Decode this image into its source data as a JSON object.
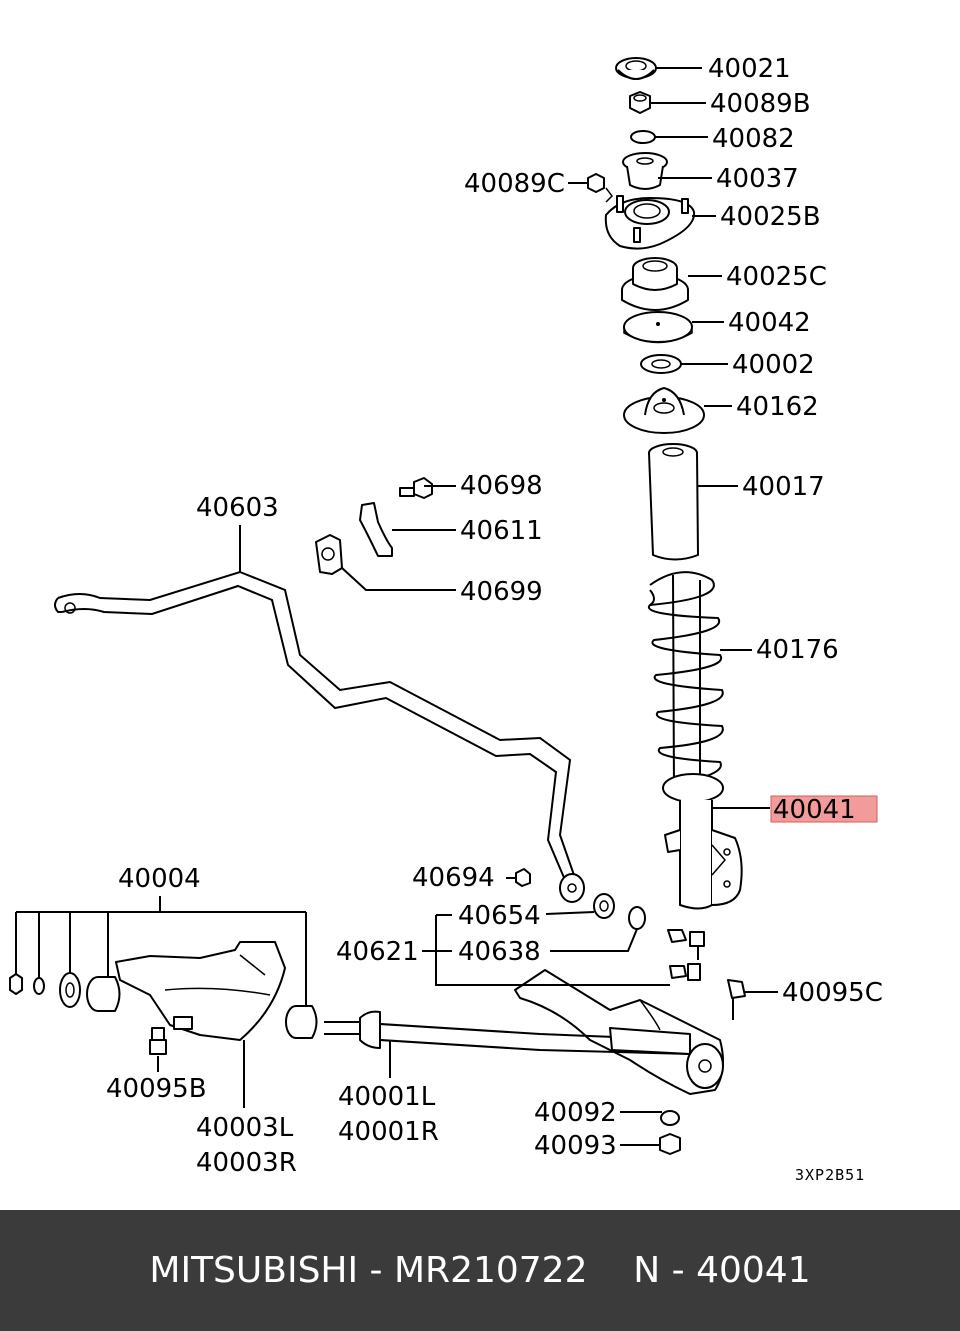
{
  "parts": {
    "p40021": "40021",
    "p40089B": "40089B",
    "p40082": "40082",
    "p40089C": "40089C",
    "p40037": "40037",
    "p40025B": "40025B",
    "p40025C": "40025C",
    "p40042": "40042",
    "p40002": "40002",
    "p40162": "40162",
    "p40698": "40698",
    "p40603": "40603",
    "p40017": "40017",
    "p40611": "40611",
    "p40699": "40699",
    "p40176": "40176",
    "p40041": "40041",
    "p40004": "40004",
    "p40694": "40694",
    "p40654": "40654",
    "p40621": "40621",
    "p40638": "40638",
    "p40095C": "40095C",
    "p40095B": "40095B",
    "p40001L": "40001L",
    "p40001R": "40001R",
    "p40003L": "40003L",
    "p40003R": "40003R",
    "p40092": "40092",
    "p40093": "40093"
  },
  "diagram_code": "3XP2B51",
  "highlighted_part": "40041",
  "highlight_color": "#f08a8a",
  "footer": {
    "text": "MITSUBISHI - MR210722    N - 40041"
  }
}
